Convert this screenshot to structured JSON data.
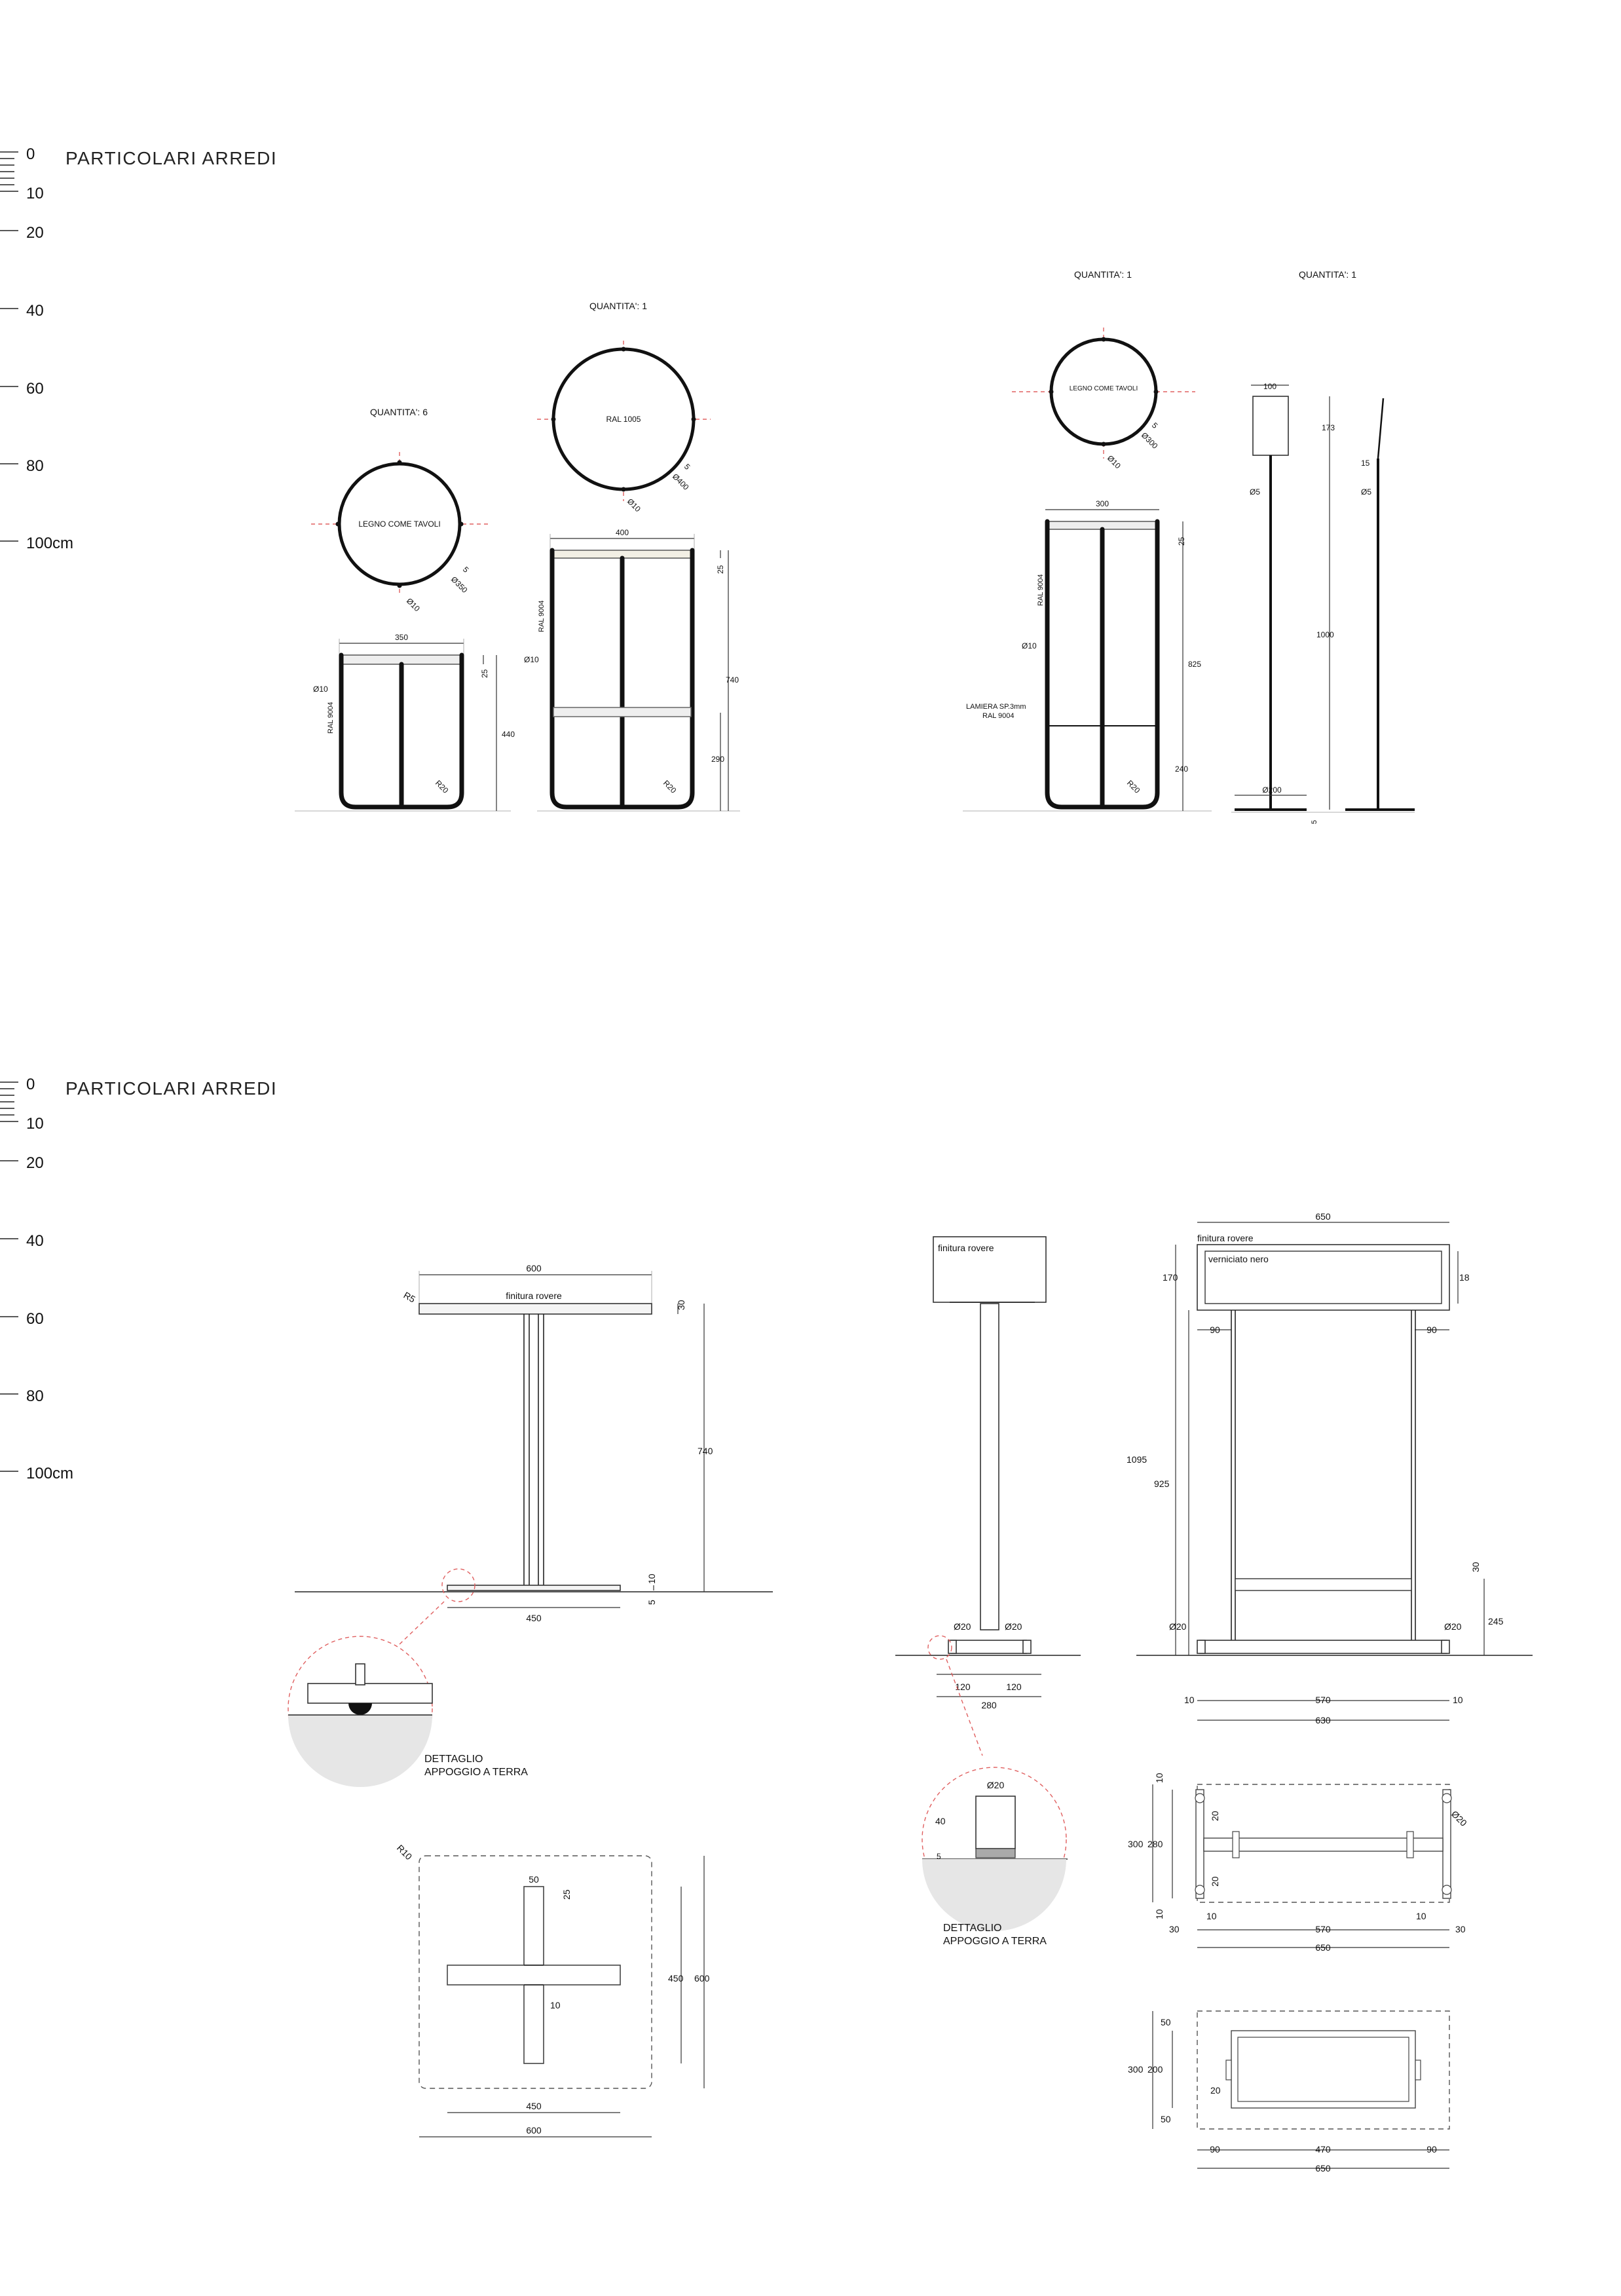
{
  "sheet_1": {
    "title": "PARTICOLARI ARREDI",
    "scale": [
      "0",
      "10",
      "20",
      "40",
      "60",
      "80",
      "100cm"
    ],
    "stool": {
      "quantity": "QUANTITA': 6",
      "plan_label": "LEGNO COME TAVOLI",
      "d_top": "Ø350",
      "d_rim": "5",
      "d_tube": "Ø10",
      "width": "350",
      "top_thk": "25",
      "height": "440",
      "tube": "Ø10",
      "finish": "RAL 9004",
      "radius": "R20"
    },
    "high_stool": {
      "quantity": "QUANTITA': 1",
      "plan_label": "RAL 1005",
      "d_top": "Ø400",
      "d_rim": "5",
      "d_tube": "Ø10",
      "width": "400",
      "top_thk": "25",
      "height": "740",
      "shelf_h": "290",
      "tube": "Ø10",
      "finish": "RAL 9004",
      "radius": "R20"
    },
    "cabinet": {
      "quantity": "QUANTITA': 1",
      "plan_label": "LEGNO COME TAVOLI",
      "d_top": "Ø300",
      "d_rim": "5",
      "d_tube": "Ø10",
      "width": "300",
      "top_thk": "25",
      "h_upper": "825",
      "h_lower": "240",
      "tube": "Ø10",
      "finish": "RAL 9004",
      "sheet_note_1": "LAMIERA SP.3mm",
      "sheet_note_2": "RAL 9004",
      "radius": "R20"
    },
    "lamp": {
      "quantity": "QUANTITA': 1",
      "shade_w": "100",
      "shade_h": "173",
      "rod": "Ø5",
      "height": "1000",
      "base": "Ø200",
      "base_thk": "5",
      "side_top": "15",
      "side_rod": "Ø5"
    }
  },
  "sheet_2": {
    "title": "PARTICOLARI ARREDI",
    "scale": [
      "0",
      "10",
      "20",
      "40",
      "60",
      "80",
      "100cm"
    ],
    "table": {
      "top_w": "600",
      "top_thk": "30",
      "finish": "finitura rovere",
      "radius": "R5",
      "height": "740",
      "base_thk": "10",
      "base_gap": "5",
      "base_w": "450",
      "detail_1": "DETTAGLIO",
      "detail_2": "APPOGGIO A TERRA",
      "plan_radius": "R10",
      "plan_50": "50",
      "plan_25": "25",
      "plan_10": "10",
      "plan_450": "450",
      "plan_600": "600"
    },
    "lectern_side": {
      "finish": "finitura rovere",
      "d_foot_l": "Ø20",
      "d_foot_r": "Ø20",
      "half_l": "120",
      "half_r": "120",
      "base_w": "280",
      "detail_d": "Ø20",
      "detail_h": "40",
      "detail_g": "5",
      "detail_1": "DETTAGLIO",
      "detail_2": "APPOGGIO A TERRA"
    },
    "lectern_front": {
      "width": "650",
      "finish_1": "finitura rovere",
      "finish_2": "verniciato nero",
      "top_h": "170",
      "top_thk": "18",
      "off_l": "90",
      "off_r": "90",
      "total_h": "1095",
      "frame_h": "925",
      "bar_thk": "30",
      "bar_h": "245",
      "foot_l": "Ø20",
      "foot_r": "Ø20",
      "inset_l": "10",
      "span": "570",
      "inset_r": "10",
      "base_w": "630"
    },
    "lectern_plan": {
      "d_10": "10",
      "d_300": "300",
      "d_280": "280",
      "d_20a": "20",
      "d_20b": "20",
      "d_10b": "10",
      "foot": "Ø20",
      "b_30l": "30",
      "b_10l": "10",
      "b_570": "570",
      "b_10r": "10",
      "b_30r": "30",
      "b_650": "650"
    },
    "lectern_top": {
      "d_50a": "50",
      "d_300": "300",
      "d_200": "200",
      "d_20": "20",
      "d_50b": "50",
      "b_90l": "90",
      "b_470": "470",
      "b_90r": "90",
      "b_650": "650"
    }
  }
}
